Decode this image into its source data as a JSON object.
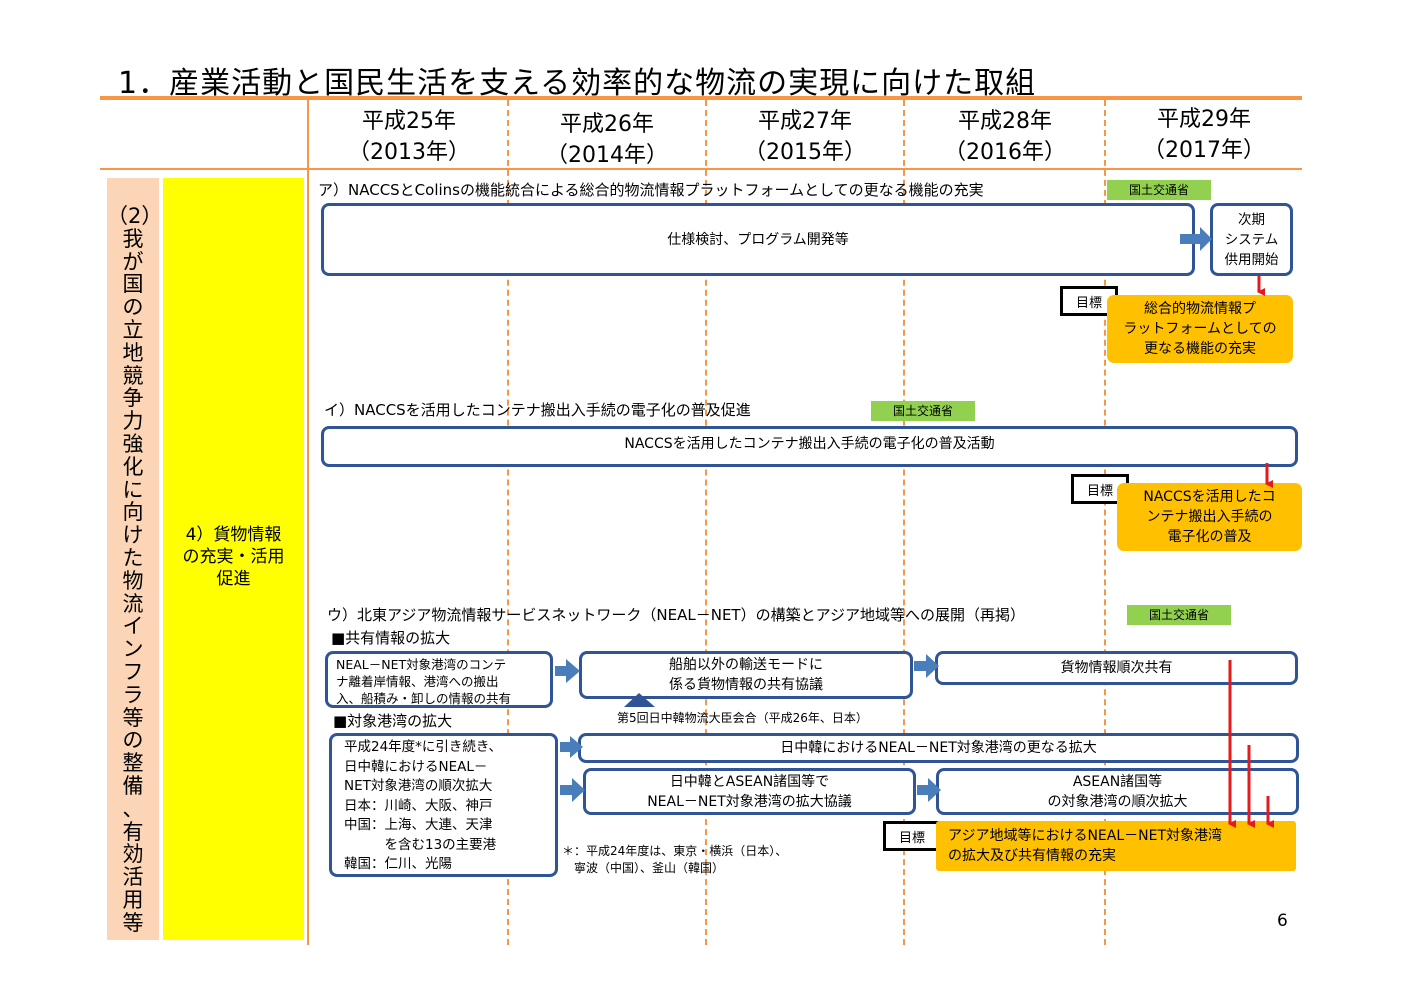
{
  "page": {
    "title": "1．産業活動と国民生活を支える効率的な物流の実現に向けた取組",
    "page_number": "6"
  },
  "years": [
    "平成25年\n（2013年）",
    "平成26年\n（2014年）",
    "平成27年\n（2015年）",
    "平成28年\n（2016年）",
    "平成29年\n（2017年）"
  ],
  "left": {
    "category": "（2）\n我\nが\n国\nの\n立\n地\n競\n争\n力\n強\n化\nに\n向\nけ\nた\n物\n流\nイ\nン\nフ\nラ\n等\nの\n整\n備\n、\n有\n効\n活\n用\n等",
    "item": "4）貨物情報\nの充実・活用\n促進"
  },
  "section_a": {
    "heading": "ア）NACCSとColinsの機能統合による総合的物流情報プラットフォームとしての更なる機能の充実",
    "tag": "国土交通省",
    "main_box": "仕様検討、プログラム開発等",
    "next_box": "次期\nシステム\n供用開始",
    "goal_label": "目標",
    "goal_text": "総合的物流情報プ\nラットフォームとしての\n更なる機能の充実"
  },
  "section_i": {
    "heading": "イ）NACCSを活用したコンテナ搬出入手続の電子化の普及促進",
    "tag": "国土交通省",
    "main_box": "NACCSを活用したコンテナ搬出入手続の電子化の普及活動",
    "goal_label": "目標",
    "goal_text": "NACCSを活用したコ\nンテナ搬出入手続の\n電子化の普及"
  },
  "section_u": {
    "heading": "ウ）北東アジア物流情報サービスネットワーク（NEAL－NET）の構築とアジア地域等への展開（再掲）",
    "tag": "国土交通省",
    "sub1": "■共有情報の拡大",
    "sub1_left": "NEAL－NET対象港湾のコンテ\nナ離着岸情報、港湾への搬出\n入、船積み・卸しの情報の共有",
    "sub1_mid": "船舶以外の輸送モードに\n係る貨物情報の共有協議",
    "sub1_right": "貨物情報順次共有",
    "meeting": "第5回日中韓物流大臣会合（平成26年、日本）",
    "sub2": "■対象港湾の拡大",
    "sub2_left": "平成24年度*に引き続き、\n日中韓におけるNEAL－\nNET対象港湾の順次拡大\n日本：川崎、大阪、神戸\n中国：上海、大連、天津\n　　　を含む13の主要港\n韓国：仁川、光陽",
    "sub2_top": "日中韓におけるNEAL－NET対象港湾の更なる拡大",
    "sub2_mid": "日中韓とASEAN諸国等で\nNEAL－NET対象港湾の拡大協議",
    "sub2_right": "ASEAN諸国等\nの対象港湾の順次拡大",
    "footnote": "＊：平成24年度は、東京・横浜（日本）、\n　寧波（中国）、釜山（韓国）",
    "goal_label": "目標",
    "goal_text": "アジア地域等におけるNEAL－NET対象港湾\nの拡大及び共有情報の充実"
  },
  "colors": {
    "accent_orange": "#f79646",
    "left_peach": "#fbd5b5",
    "item_yellow": "#ffff00",
    "goal_orange": "#ffc000",
    "tag_green": "#92d050",
    "box_blue": "#2f5597",
    "arrow_blue": "#4a7ebb",
    "arrow_red": "#e31b1b"
  }
}
